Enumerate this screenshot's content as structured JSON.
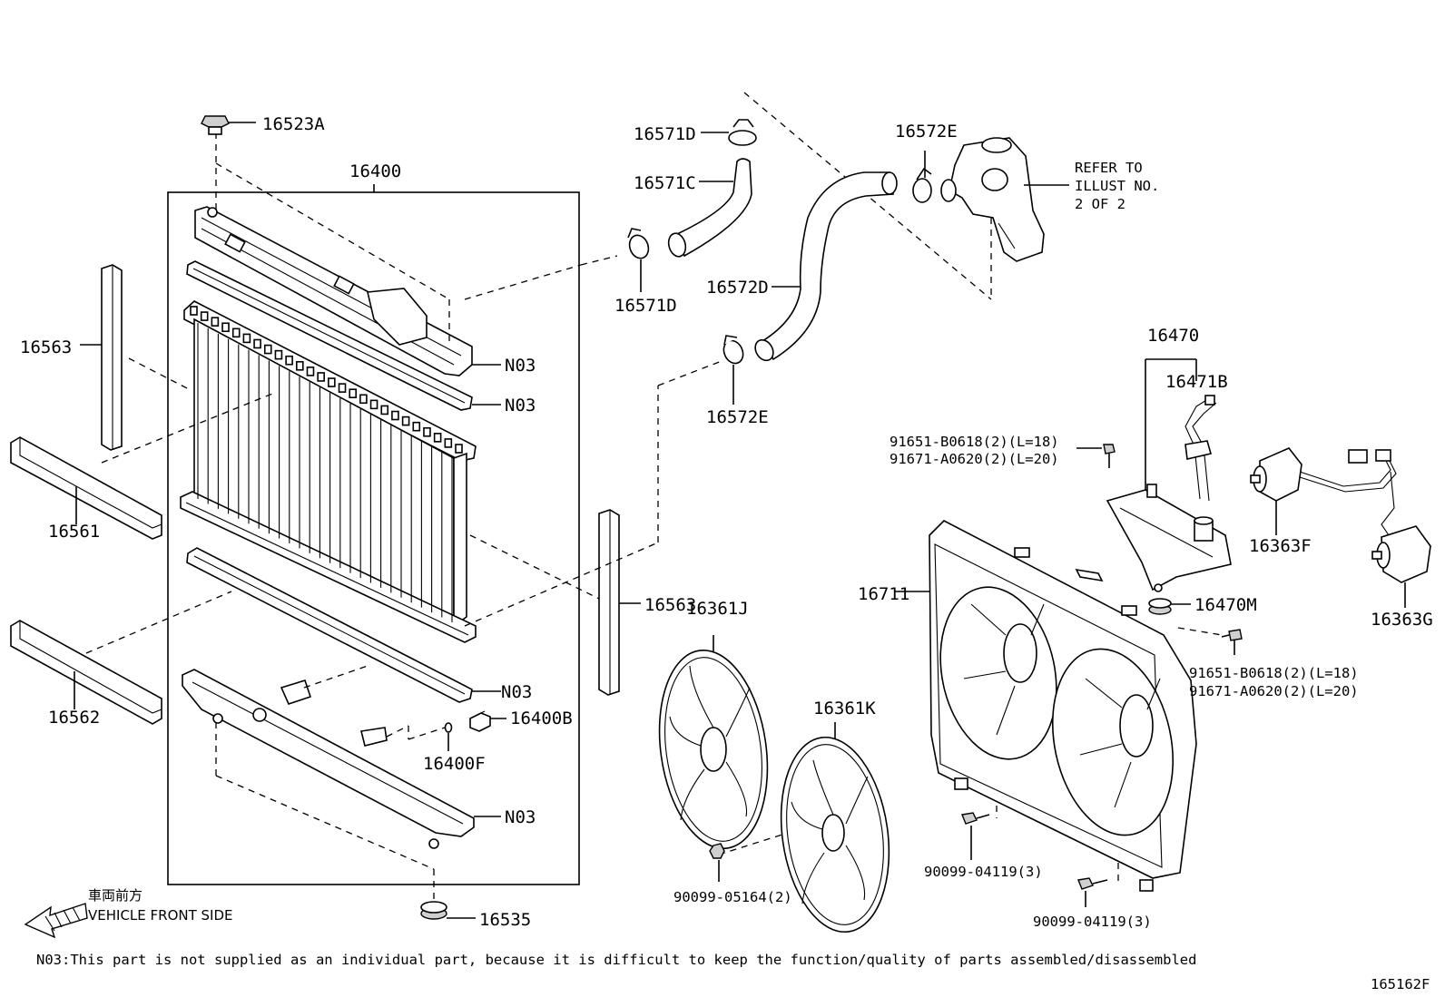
{
  "labels": {
    "p16523A": "16523A",
    "p16400": "16400",
    "p16563_left": "16563",
    "p16561": "16561",
    "p16562": "16562",
    "n03_1": "N03",
    "n03_2": "N03",
    "n03_3": "N03",
    "n03_4": "N03",
    "p16400B": "16400B",
    "p16400F": "16400F",
    "p16535": "16535",
    "p16571D_top": "16571D",
    "p16571C": "16571C",
    "p16571D_bottom": "16571D",
    "p16572D": "16572D",
    "p16572E_top": "16572E",
    "p16572E_bottom": "16572E",
    "p16563_right": "16563",
    "p16361J": "16361J",
    "p16361K": "16361K",
    "p90099_05164": "90099-05164(2)",
    "p16711": "16711",
    "p90099_04119_a": "90099-04119(3)",
    "p90099_04119_b": "90099-04119(3)",
    "p16470": "16470",
    "p16471B": "16471B",
    "p16470M": "16470M",
    "p16363F": "16363F",
    "p16363G": "16363G",
    "bolt_upper_1": "91651-B0618(2)(L=18)",
    "bolt_upper_2": "91671-A0620(2)(L=20)",
    "bolt_lower_1": "91651-B0618(2)(L=18)",
    "bolt_lower_2": "91671-A0620(2)(L=20)",
    "refer_1": "REFER TO",
    "refer_2": "ILLUST NO.",
    "refer_3": "2 OF 2",
    "front_jp": "車両前方",
    "front_en": "VEHICLE FRONT SIDE",
    "footnote": "N03:This part is not supplied as an individual part, because it is difficult to keep the function/quality of parts assembled/disassembled",
    "figure_id": "165162F"
  }
}
